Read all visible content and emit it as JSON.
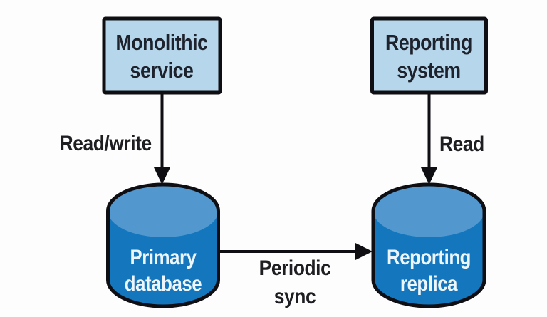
{
  "figure": {
    "type": "architecture-diagram",
    "background": "#fdfdfd"
  },
  "colors": {
    "node_fill": "#b5d6eb",
    "cylinder_body": "#1477bd",
    "cylinder_top": "#5298cf",
    "line": "#0f0f13",
    "node_text": "#1e222c",
    "cylinder_text": "#ecf6fc",
    "edge_label_text": "#1e1e22"
  },
  "nodes": {
    "monolithic_service": {
      "shape": "rectangle",
      "line1": "Monolithic",
      "line2": "service"
    },
    "reporting_system": {
      "shape": "rectangle",
      "line1": "Reporting",
      "line2": "system"
    },
    "primary_database": {
      "shape": "cylinder",
      "line1": "Primary",
      "line2": "database"
    },
    "reporting_replica": {
      "shape": "cylinder",
      "line1": "Reporting",
      "line2": "replica"
    }
  },
  "edges": {
    "read_write": {
      "label": "Read/write",
      "from": "monolithic_service",
      "to": "primary_database"
    },
    "read": {
      "label": "Read",
      "from": "reporting_system",
      "to": "reporting_replica"
    },
    "periodic_sync": {
      "line1": "Periodic",
      "line2": "sync",
      "from": "primary_database",
      "to": "reporting_replica"
    }
  }
}
